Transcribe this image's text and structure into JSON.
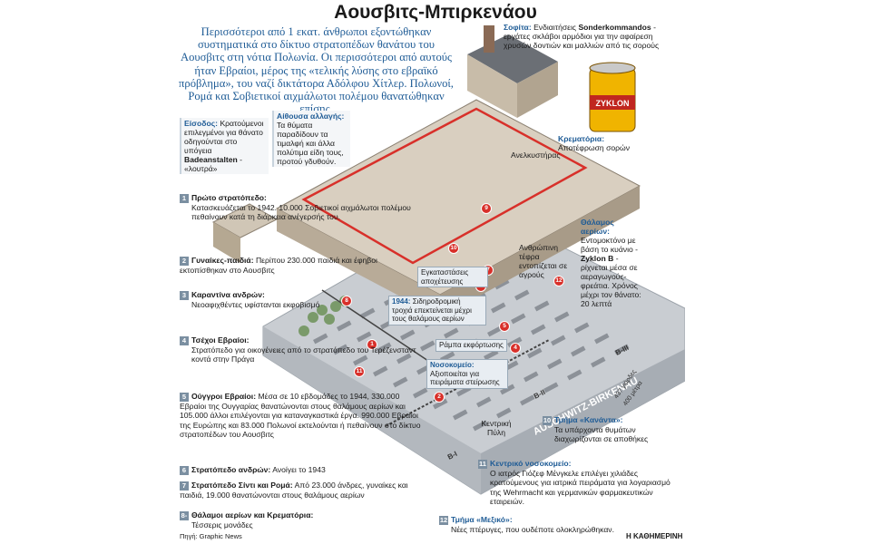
{
  "title": "Αουσβιτς-Μπιρκενάου",
  "intro": "Περισσότεροι από 1 εκατ. άνθρωποι εξοντώθηκαν συστηματικά στο δίκτυο στρατοπέδων θανάτου του Αουσβιτς στη νότια Πολωνία. Οι περισσότεροι από αυτούς ήταν Εβραίοι, μέρος της «τελικής λύσης στο εβραϊκό πρόβλημα», του ναζί δικτάτορα Αδόλφου Χίτλερ. Πολωνοί, Ρομά και Σοβιετικοί αιχμάλωτοι πολέμου θανατώθηκαν επίσης.",
  "callouts": {
    "entrance": {
      "head": "Είσοδος:",
      "text1": "Κρατούμενοι επιλεγμένοι για θάνατο οδηγούνται στο υπόγεια",
      "bold": "Badeanstalten",
      "text2": "- «λουτρά»"
    },
    "changing": {
      "head": "Αίθουσα αλλαγής:",
      "text": "Τα θύματα παραδίδουν τα τιμαλφή και άλλα πολύτιμα είδη τους, προτού γδυθούν."
    },
    "attic": {
      "head": "Σοφίτα:",
      "text1": "Ενδιαιτήσεις",
      "bold": "Sonderkommandos",
      "text2": "- εργάτες σκλάβοι αρμόδιοι για την αφαίρεση χρυσών δοντιών και μαλλιών από τις σορούς"
    },
    "crematoria": {
      "head": "Κρεματόρια:",
      "text": "Αποτέφρωση σορών"
    },
    "elevator": "Ανελκυστήρας",
    "gas_chamber": {
      "head": "Θάλαμος αερίων:",
      "text1": "Εντομοκτόνο με βάση το κυάνιο -",
      "bold": "Zyklon B",
      "text2": "- ρίχνεται μέσα σε αεραγωγούς-φρεάτια. Χρόνος μέχρι τον θάνατο: 20 λεπτά"
    },
    "ash": "Ανθρώπινη τέφρα εντοπίζεται σε αγρούς",
    "sewage": "Εγκαταστάσεις αποχέτευσης",
    "rail": {
      "bold": "1944:",
      "text": "Σιδηροδρομική τροχιά επεκτείνεται μέχρι τους θαλάμους αερίων"
    },
    "ramp": "Ράμπα εκφόρτωσης",
    "hospital": {
      "head": "Νοσοκομείο:",
      "text": "Αξιοποιείται για πειράματα στείρωσης"
    },
    "main_gate": "Κεντρική Πύλη",
    "can": "ZYKLON",
    "camp_name": "AUSCHWITZ-BIRKENAU",
    "scale_yards": "437 γιάρδες",
    "scale_meters": "400 μέτρα",
    "section_b1": "B-I",
    "section_b2": "B-II",
    "section_b3": "B-III"
  },
  "entries": [
    {
      "num": "1",
      "head": "Πρώτο στρατόπεδο:",
      "inline": "",
      "body": "Κατασκευάζεται το 1942. 10.000 Σοβιετικοί αιχμάλωτοι πολέμου πεθαίνουν κατά τη διάρκεια ανέγερσής του."
    },
    {
      "num": "2",
      "head": "Γυναίκες-παιδιά:",
      "inline": "Περίπου 230.000 παιδιά και έφηβοι εκτοπίσθηκαν στο Αουσβιτς",
      "body": ""
    },
    {
      "num": "3",
      "head": "Καραντίνα ανδρών:",
      "inline": "",
      "body": "Νεοαφιχθέντες υφίστανται εκφοβισμό"
    },
    {
      "num": "4",
      "head": "Τσέχοι Εβραίοι:",
      "inline": "",
      "body": "Στρατόπεδο για οικογένειες από το στρατόπεδο του Τερέζενσταντ κοντά στην Πράγα"
    },
    {
      "num": "5",
      "head": "Ούγγροι Εβραίοι:",
      "inline": "Μέσα σε 10 εβδομάδες το 1944, 330.000 Εβραίοι της Ουγγαρίας θανατώνονται στους θαλάμους αερίων και 105.000 άλλοι επιλέγονται για καταναγκαστικά έργα. 990.000 Εβραίοι της Ευρώπης και 83.000 Πολωνοί εκτελούνται ή πεθαίνουν στο δίκτυο στρατοπέδων του Αουσβιτς",
      "body": ""
    },
    {
      "num": "6",
      "head": "Στρατόπεδο ανδρών:",
      "inline": "Ανοίγει το 1943",
      "body": ""
    },
    {
      "num": "7",
      "head": "Στρατόπεδο Σίντι και Ρομά:",
      "inline": "Από 23.000 άνδρες, γυναίκες και παιδιά, 19.000 θανατώνονται στους θαλάμους αερίων",
      "body": ""
    },
    {
      "num": "8-9",
      "head": "Θάλαμοι αερίων και Κρεματόρια:",
      "inline": "",
      "body": "Τέσσερις μονάδες"
    }
  ],
  "right_entries": [
    {
      "num": "10",
      "head": "Τμήμα «Κανάντα»:",
      "body": "Τα υπάρχοντα θυμάτων διαχωρίζονται σε αποθήκες"
    },
    {
      "num": "11",
      "head": "Κεντρικό νοσοκομείο:",
      "body": "Ο ιατρός Γιόζεφ Μένγκελε επιλέγει χιλιάδες κρατούμενους για ιατρικά πειράματα για λογαριασμό της Wehrmacht και γερμανικών φαρμακευτικών εταιρειών."
    },
    {
      "num": "12",
      "head": "Τμήμα «Μεξικό»:",
      "body": "Νέες πτέρυγες, που ουδέποτε ολοκληρώθηκαν."
    }
  ],
  "source": "Πηγή: Graphic News",
  "credit": "Η ΚΑΘΗΜΕΡΙΝΗ",
  "map_markers": [
    "1",
    "2",
    "3",
    "4",
    "5",
    "6",
    "7",
    "8",
    "9",
    "10",
    "11",
    "12"
  ],
  "colors": {
    "accent": "#1f5c96",
    "red": "#d8302a",
    "building": "#d9cfc0",
    "roof": "#6b6f75",
    "ground": "#c9cdd2",
    "trees": "#7a9a6a"
  }
}
